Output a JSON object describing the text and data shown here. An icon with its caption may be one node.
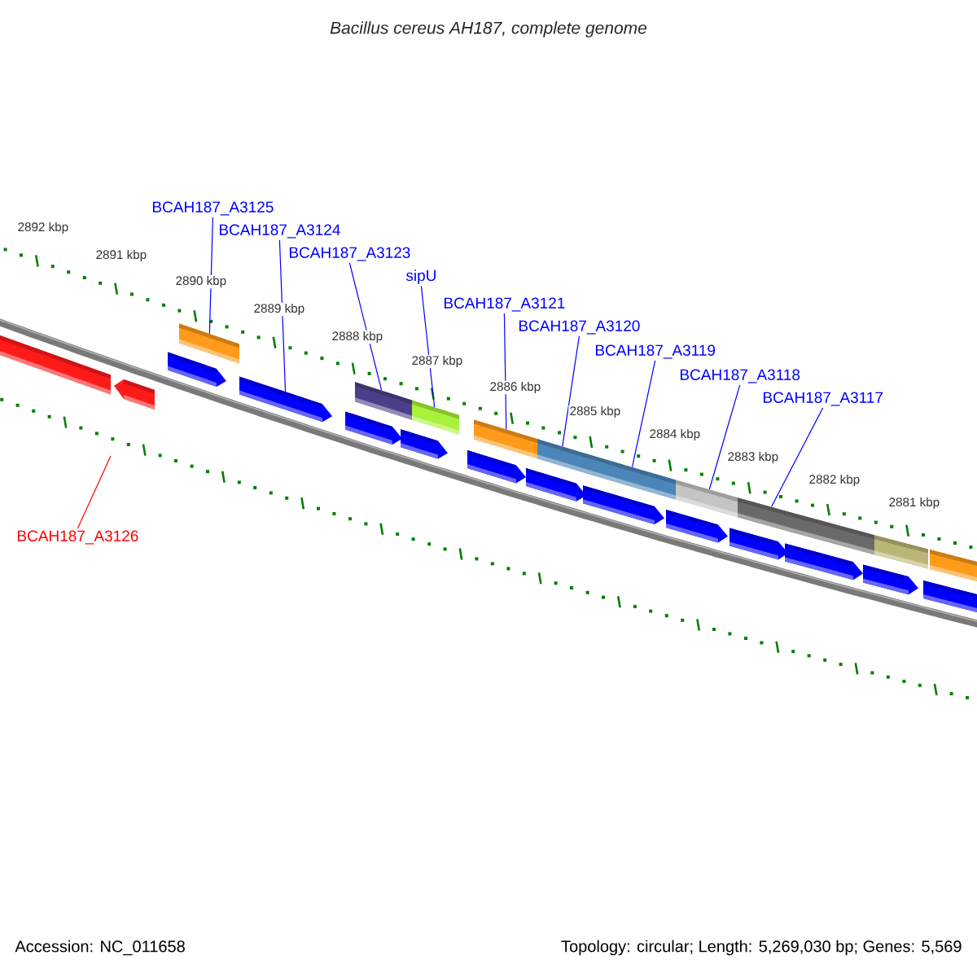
{
  "diagram": {
    "title": "Bacillus cereus AH187, complete genome",
    "nodes": [
      {
        "text": [
          "BCAH187_A3125"
        ]
      },
      {
        "text": [
          "BCAH187_A3124"
        ]
      },
      {
        "text": [
          "BCAH187_A3123"
        ]
      },
      {
        "text": [
          "sipU"
        ]
      },
      {
        "text": [
          "BCAH187_A3121"
        ]
      },
      {
        "text": [
          "BCAH187_A3120"
        ]
      },
      {
        "text": [
          "BCAH187_A3119"
        ]
      },
      {
        "text": [
          "BCAH187_A3118"
        ]
      },
      {
        "text": [
          "BCAH187_A3117"
        ]
      },
      {
        "text": [
          "BCAH187_A3126"
        ]
      },
      {
        "text": [],
        "shape": "arrow"
      },
      {
        "text": [],
        "shape": "arrow"
      },
      {
        "text": [],
        "shape": "arrow"
      },
      {
        "text": [],
        "shape": "bar"
      },
      {
        "text": [],
        "shape": "arrow"
      },
      {
        "text": [],
        "shape": "arrow"
      },
      {
        "text": [],
        "shape": "bar"
      },
      {
        "text": [],
        "shape": "arrow"
      },
      {
        "text": [],
        "shape": "bar"
      },
      {
        "text": [],
        "shape": "arrow"
      },
      {
        "text": [],
        "shape": "bar"
      },
      {
        "text": [],
        "shape": "arrow"
      },
      {
        "text": [],
        "shape": "bar"
      },
      {
        "text": [],
        "shape": "arrow"
      },
      {
        "text": [],
        "shape": "bar"
      },
      {
        "text": [],
        "shape": "arrow"
      },
      {
        "text": [],
        "shape": "bar"
      },
      {
        "text": [],
        "shape": "arrow"
      },
      {
        "text": [],
        "shape": "bar"
      },
      {
        "text": [],
        "shape": "arrow"
      },
      {
        "text": [],
        "shape": "bar"
      },
      {
        "text": [],
        "shape": "arrow"
      },
      {
        "text": [],
        "shape": "bar"
      },
      {
        "text": [],
        "shape": "arrow"
      },
      {
        "text": [],
        "shape": "bar"
      }
    ],
    "edges": [
      {
        "from": 0,
        "to": 13,
        "arrow": "none"
      },
      {
        "from": 1,
        "to": 14,
        "arrow": "none"
      },
      {
        "from": 2,
        "to": 16,
        "arrow": "none"
      },
      {
        "from": 3,
        "to": 18,
        "arrow": "none"
      },
      {
        "from": 4,
        "to": 20,
        "arrow": "none"
      },
      {
        "from": 5,
        "to": 22,
        "arrow": "none"
      },
      {
        "from": 6,
        "to": 24,
        "arrow": "none"
      },
      {
        "from": 7,
        "to": 26,
        "arrow": "none"
      },
      {
        "from": 8,
        "to": 28,
        "arrow": "none"
      },
      {
        "from": 9,
        "to": null,
        "arrow": "none",
        "color": "#ff0000"
      }
    ],
    "labels": [
      "2892 kbp",
      "2891 kbp",
      "2890 kbp",
      "2889 kbp",
      "2888 kbp",
      "2887 kbp",
      "2886 kbp",
      "2885 kbp",
      "2884 kbp",
      "2883 kbp",
      "2882 kbp",
      "2881 kbp",
      "Accession: NC_011658",
      "Topology: circular; Length: 5,269,030 bp; Genes: 5,569"
    ]
  }
}
